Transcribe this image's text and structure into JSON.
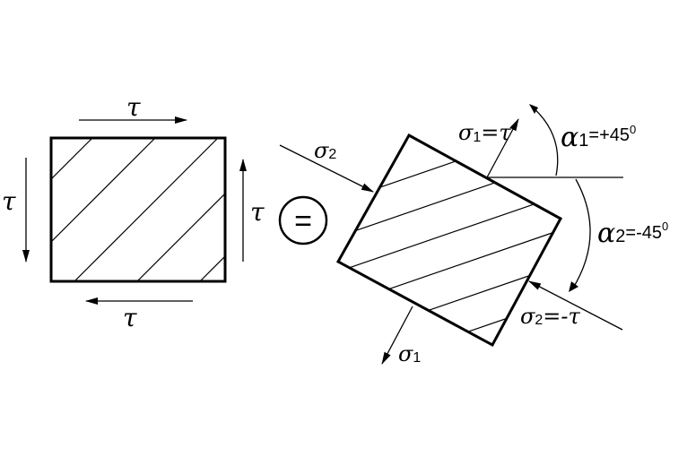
{
  "left_element": {
    "tau_top": "τ",
    "tau_left": "τ",
    "tau_right": "τ",
    "tau_bottom": "τ"
  },
  "equals": "=",
  "right_element": {
    "sigma1_eq": {
      "sym": "σ",
      "sub": "1",
      "rest": "=τ"
    },
    "sigma2_top": {
      "sym": "σ",
      "sub": "2"
    },
    "sigma2_eq": {
      "sym": "σ",
      "sub": "2",
      "rest": "=-τ"
    },
    "sigma1_bottom": {
      "sym": "σ",
      "sub": "1"
    },
    "alpha1": {
      "sym": "α",
      "sub": "1",
      "rest": "=+45",
      "sup": "0"
    },
    "alpha2": {
      "sym": "α",
      "sub": "2",
      "rest": "=-45",
      "sup": "0"
    }
  }
}
